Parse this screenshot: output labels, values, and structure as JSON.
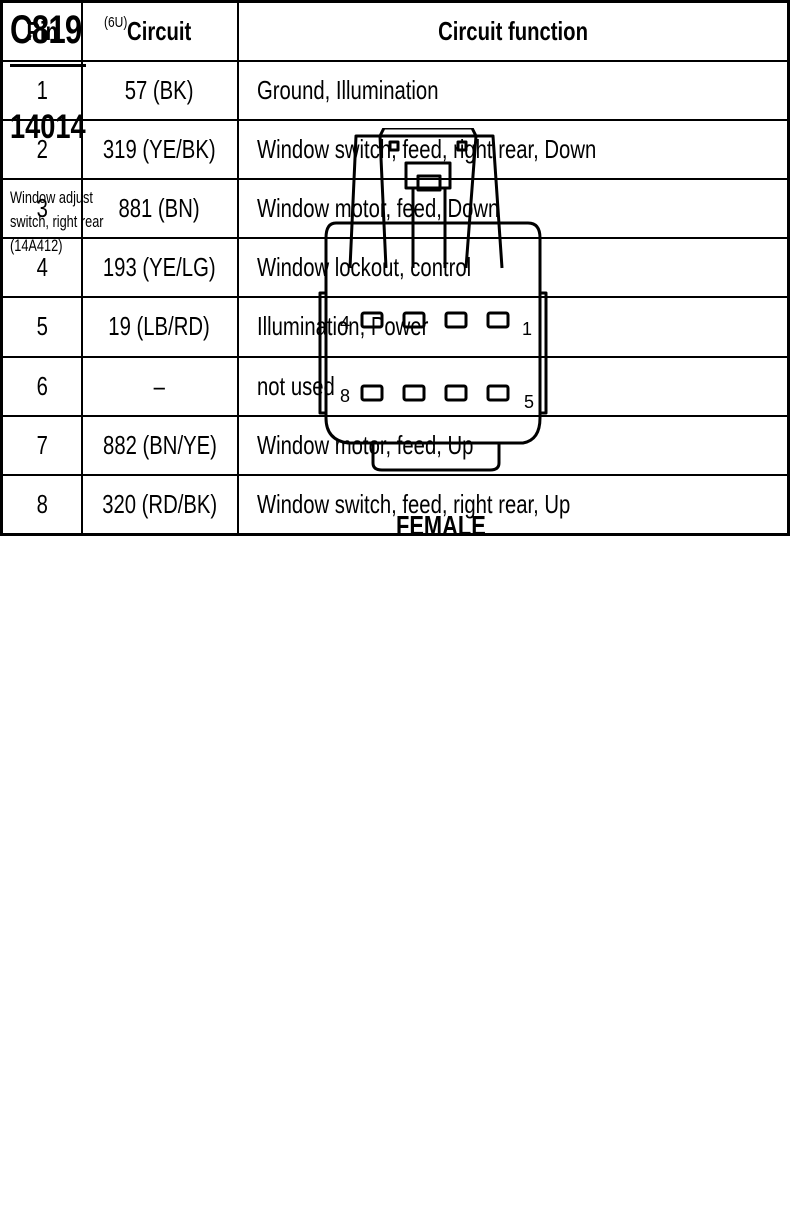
{
  "connector": {
    "id": "C819",
    "code": "(6U)",
    "part_number": "14014",
    "description_lines": [
      "Window adjust",
      "switch, right rear",
      "(14A412)"
    ],
    "gender": "FEMALE",
    "pin_labels": {
      "top_left": "4",
      "top_right": "1",
      "bottom_left": "8",
      "bottom_right": "5"
    }
  },
  "table": {
    "headers": {
      "pin": "Pin",
      "circuit": "Circuit",
      "function": "Circuit function"
    },
    "rows": [
      {
        "pin": "1",
        "circuit": "57 (BK)",
        "function": "Ground, Illumination"
      },
      {
        "pin": "2",
        "circuit": "319 (YE/BK)",
        "function": "Window switch, feed, right rear, Down"
      },
      {
        "pin": "3",
        "circuit": "881 (BN)",
        "function": "Window motor, feed, Down"
      },
      {
        "pin": "4",
        "circuit": "193 (YE/LG)",
        "function": "Window lockout, control"
      },
      {
        "pin": "5",
        "circuit": "19 (LB/RD)",
        "function": "Illumination, Power"
      },
      {
        "pin": "6",
        "circuit": "–",
        "function": "not used"
      },
      {
        "pin": "7",
        "circuit": "882 (BN/YE)",
        "function": "Window motor, feed, Up"
      },
      {
        "pin": "8",
        "circuit": "320 (RD/BK)",
        "function": "Window switch, feed, right rear, Up"
      }
    ]
  }
}
